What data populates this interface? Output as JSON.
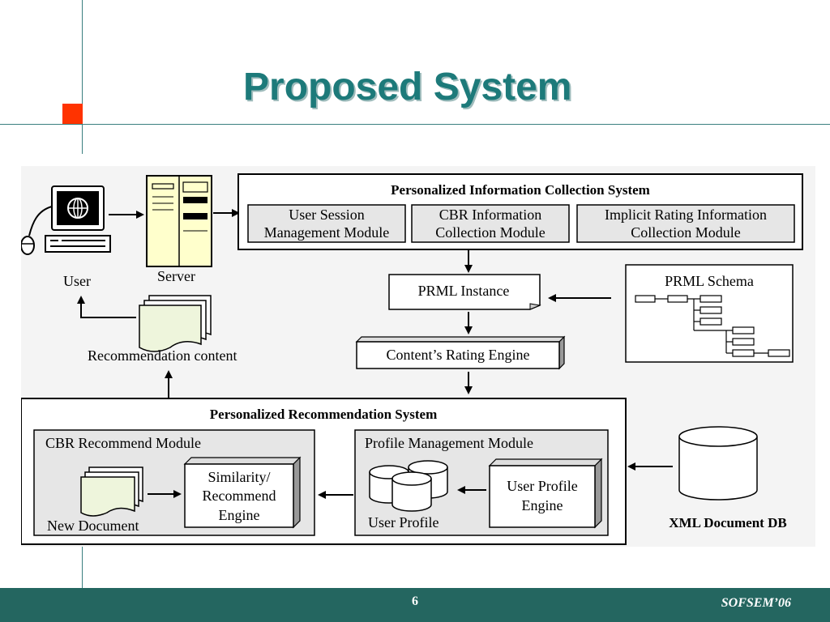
{
  "slide": {
    "title": "Proposed System",
    "page_number": "6",
    "conference": "SOFSEM’06"
  },
  "diagram": {
    "user_label": "User",
    "server_label": "Server",
    "recommendation_content_label": "Recommendation content",
    "collection_system": {
      "title": "Personalized  Information  Collection  System",
      "modules": [
        {
          "line1": "User Session",
          "line2": "Management Module"
        },
        {
          "line1": "CBR Information",
          "line2": "Collection Module"
        },
        {
          "line1": "Implicit Rating Information",
          "line2": "Collection Module"
        }
      ]
    },
    "prml_instance": "PRML Instance",
    "prml_schema": "PRML Schema",
    "rating_engine": "Content’s Rating Engine",
    "recommendation_system": {
      "title": "Personalized Recommendation System",
      "cbr_module": {
        "title": "CBR Recommend Module",
        "new_document": "New Document",
        "engine_line1": "Similarity/",
        "engine_line2": "Recommend",
        "engine_line3": "Engine"
      },
      "profile_module": {
        "title": "Profile Management Module",
        "user_profile": "User Profile",
        "engine_line1": "User Profile",
        "engine_line2": "Engine"
      }
    },
    "xml_db": "XML Document DB"
  }
}
